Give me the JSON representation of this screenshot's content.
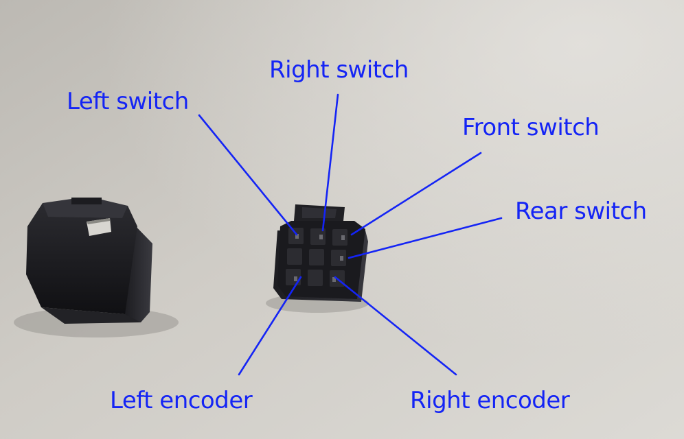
{
  "colors": {
    "annotation": "#1424f5",
    "table_light": "#dedbd6",
    "table_dark": "#b9b6b0",
    "plastic_dark": "#141416",
    "plastic_mid": "#2a2a2e",
    "plastic_edge": "#3b3b40"
  },
  "labels": {
    "right_switch": "Right switch",
    "left_switch": "Left switch",
    "front_switch": "Front switch",
    "rear_switch": "Rear switch",
    "left_encoder": "Left encoder",
    "right_encoder": "Right encoder"
  },
  "objects": {
    "left_object": "connector-cap",
    "right_object": "connector-housing-9-pin"
  }
}
